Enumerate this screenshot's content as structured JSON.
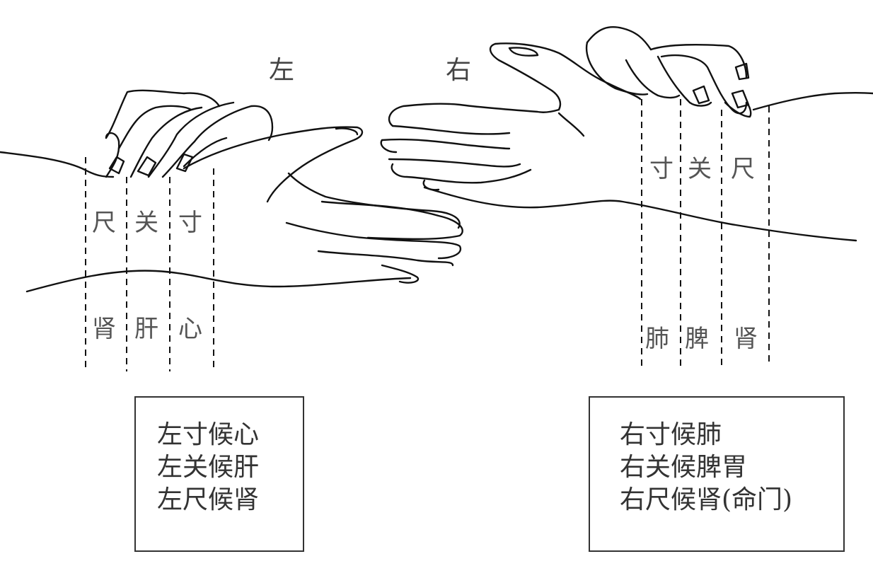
{
  "left_hand": {
    "side_label": "左",
    "positions": [
      "尺",
      "关",
      "寸"
    ],
    "organs": [
      "肾",
      "肝",
      "心"
    ],
    "caption_lines": [
      "左寸候心",
      "左关候肝",
      "左尺候肾"
    ]
  },
  "right_hand": {
    "side_label": "右",
    "positions": [
      "寸",
      "关",
      "尺"
    ],
    "organs": [
      "肺",
      "脾",
      "肾"
    ],
    "caption_lines": [
      "右寸候肺",
      "右关候脾胃",
      "右尺候肾(命门)"
    ]
  },
  "colors": {
    "line": "#111111",
    "text": "#333333",
    "background": "#ffffff"
  }
}
